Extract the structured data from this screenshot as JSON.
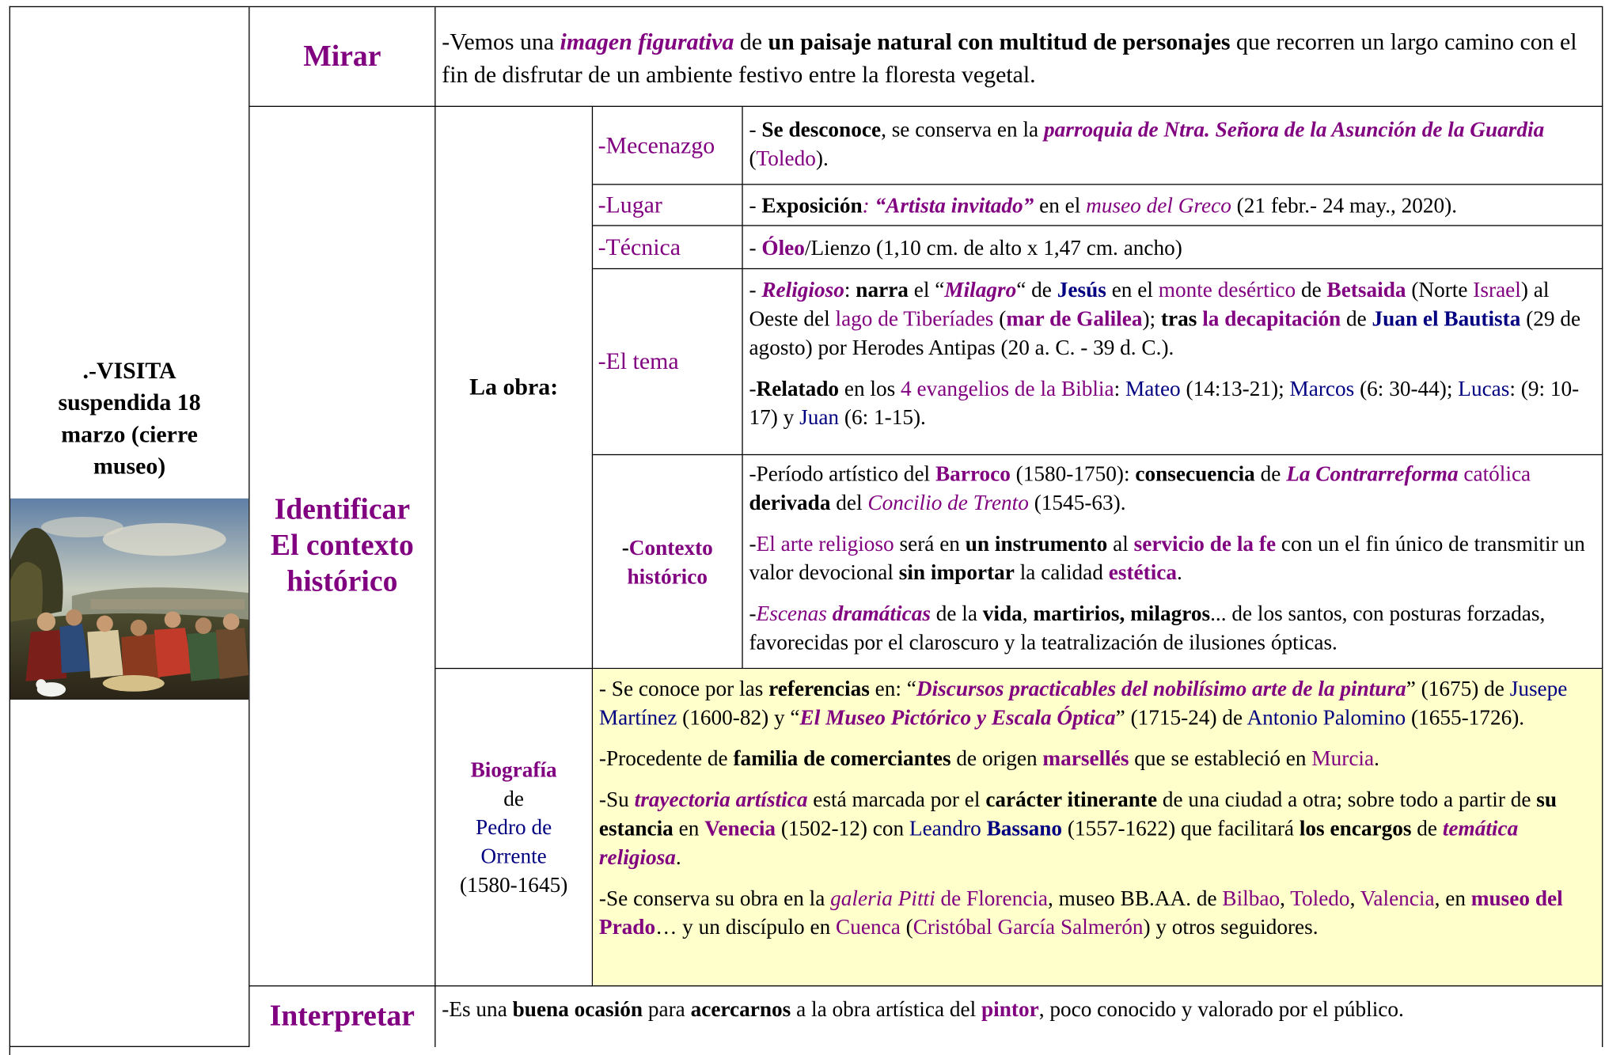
{
  "visit": {
    "line1": ".-VISITA",
    "line2": "suspendida 18",
    "line3": "marzo (cierre",
    "line4": "museo)"
  },
  "painting": {
    "alt": "Pintura de Pedro de Orrente: Milagro de los panes y los peces"
  },
  "mirar": {
    "label": "Mirar",
    "t1": "-Vemos una ",
    "t2": "imagen figurativa",
    "t3": " de ",
    "t4": "un paisaje natural con multitud de personajes",
    "t5": " que recorren un largo camino con el fin de disfrutar de un ambiente festivo entre la floresta vegetal."
  },
  "identificar": {
    "line1": "Identificar",
    "line2": "El contexto",
    "line3": "histórico"
  },
  "la_obra": "La obra:",
  "mecenazgo": {
    "label": "-Mecenazgo",
    "t1": "- ",
    "t2": "Se desconoce",
    "t3": ",  se conserva en  la ",
    "t4": "parroquia de Ntra. Señora de la Asunción de la Guardia",
    "t5": " (",
    "t6": "Toledo",
    "t7": ")."
  },
  "lugar": {
    "label": "-Lugar",
    "t1": "- ",
    "t2": "Exposición",
    "t3": ": ",
    "t4": "“Artista invitado”",
    "t5": " en el ",
    "t6": "museo del Greco",
    "t7": " (21 febr.- 24 may., 2020)."
  },
  "tecnica": {
    "label": "-Técnica",
    "t1": "- ",
    "t2": "Óleo",
    "t3": "/Lienzo (1,10 cm. de alto x 1,47 cm. ancho)"
  },
  "tema": {
    "label": "-El tema",
    "p1": [
      "- ",
      "Religioso",
      ": ",
      "narra",
      " el “",
      "Milagro",
      "“ de ",
      "Jesús",
      " en el ",
      "monte desértico",
      " de ",
      "Betsaida",
      " (Norte ",
      "Israel",
      ") al Oeste del ",
      "lago de Tiberíades",
      " (",
      "mar de Galilea",
      "); ",
      "tras",
      " ",
      "la decapitación",
      " de ",
      "Juan el Bautista",
      " (29 de agosto) por Herodes Antipas (20 a. C. - 39 d. C.)."
    ],
    "p2": [
      "-",
      "Relatado",
      " en los ",
      "4 evangelios de la Biblia",
      ": ",
      "Mateo",
      " (14:13-21); ",
      "Marcos",
      " (6: 30-44); ",
      "Lucas",
      ": (9: 10-17) y ",
      "Juan",
      " (6: 1-15)."
    ]
  },
  "contexto": {
    "label1": "-",
    "label2": "Contexto",
    "label3": "histórico",
    "p1": [
      "-Período artístico del ",
      "Barroco",
      " (1580-1750): ",
      "consecuencia",
      "  de ",
      "La Contrarreforma",
      " ",
      "católica",
      " ",
      "derivada",
      " del ",
      "Concilio de Trento",
      " (1545-63)."
    ],
    "p2": [
      "-",
      "El arte religioso",
      " será en ",
      "un instrumento",
      " al ",
      "servicio de la fe",
      "  con un el fin único de transmitir un valor devocional ",
      "sin importar",
      " la calidad ",
      "estética",
      "."
    ],
    "p3": [
      "-",
      "Escenas",
      " ",
      "dramáticas",
      " de la ",
      "vida",
      ", ",
      "martirios, milagros",
      "... de los santos, con posturas forzadas, favorecidas por el claroscuro y la teatralización de ilusiones ópticas."
    ]
  },
  "biografia": {
    "label1": "Biografía",
    "label2": "de",
    "label3": "Pedro de",
    "label4": "Orrente",
    "label5": "(1580-1645)",
    "p1": [
      "- Se conoce por las ",
      "referencias",
      " en: “",
      "Discursos practicables del nobilísimo arte de la pintura",
      "” (1675) de ",
      "Jusepe Martínez",
      " (1600-82) y “",
      "El Museo Pictórico y Escala Óptica",
      "” (1715-24) de ",
      "Antonio Palomino",
      " (1655-1726)."
    ],
    "p2": [
      "-Procedente de ",
      "familia de comerciantes",
      " de origen ",
      "marsellés",
      " que se estableció en ",
      "Murcia",
      "."
    ],
    "p3": [
      "-Su ",
      "trayectoria artística",
      " está marcada por el ",
      "carácter itinerante",
      " de una ciudad a otra; sobre todo a partir de ",
      "su estancia",
      " en ",
      "Venecia",
      "  (1502-12) con ",
      "Leandro ",
      "Bassano",
      " (1557-1622) que facilitará ",
      "los encargos",
      " de ",
      "temática religiosa",
      "."
    ],
    "p4": [
      "-Se conserva su obra en la ",
      "galeria Pitti",
      " ",
      "de Florencia",
      ", museo BB.AA. de ",
      "Bilbao",
      ", ",
      "Toledo",
      ", ",
      "Valencia",
      ", en ",
      "museo del Prado",
      "… y un discípulo en ",
      "Cuenca",
      " (",
      "Cristóbal García Salmerón",
      ") y otros seguidores."
    ]
  },
  "interpretar": {
    "label": "Interpretar",
    "t1": "-Es una ",
    "t2": "buena ocasión",
    "t3": "  para ",
    "t4": "acercarnos",
    "t5": " a la obra artística del ",
    "t6": "pintor",
    "t7": ", poco conocido y valorado por el público."
  }
}
